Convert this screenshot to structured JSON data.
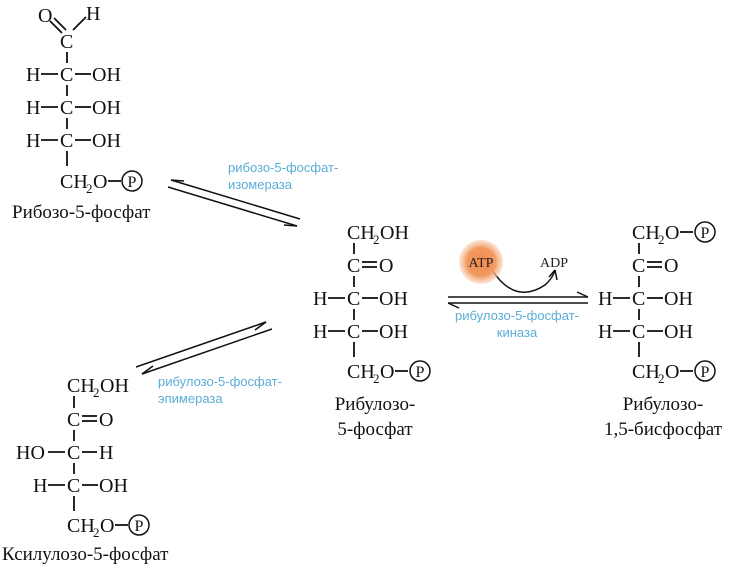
{
  "atoms": {
    "C": "C",
    "H": "H",
    "O": "O",
    "OH": "OH",
    "HO": "HO",
    "CH": "CH",
    "two": "2",
    "P": "P"
  },
  "molecules": {
    "ribose5p": {
      "name": "Рибозо-5-фосфат"
    },
    "xylulose5p": {
      "name": "Ксилулозо-5-фосфат"
    },
    "ribulose5p": {
      "name_line1": "Рибулозо-",
      "name_line2": "5-фосфат"
    },
    "ribulose15bp": {
      "name_line1": "Рибулозо-",
      "name_line2": "1,5-бисфосфат"
    }
  },
  "enzymes": {
    "isomerase": {
      "line1": "рибозо-5-фосфат-",
      "line2": "изомераза"
    },
    "epimerase": {
      "line1": "рибулозо-5-фосфат-",
      "line2": "эпимераза"
    },
    "kinase": {
      "line1": "рибулозо-5-фосфат-",
      "line2": "киназа"
    }
  },
  "cofactors": {
    "atp": "ATP",
    "adp": "ADP"
  },
  "colors": {
    "enzyme_text": "#5aaed6",
    "atp_fill": "#f0884a",
    "ink": "#111111"
  }
}
